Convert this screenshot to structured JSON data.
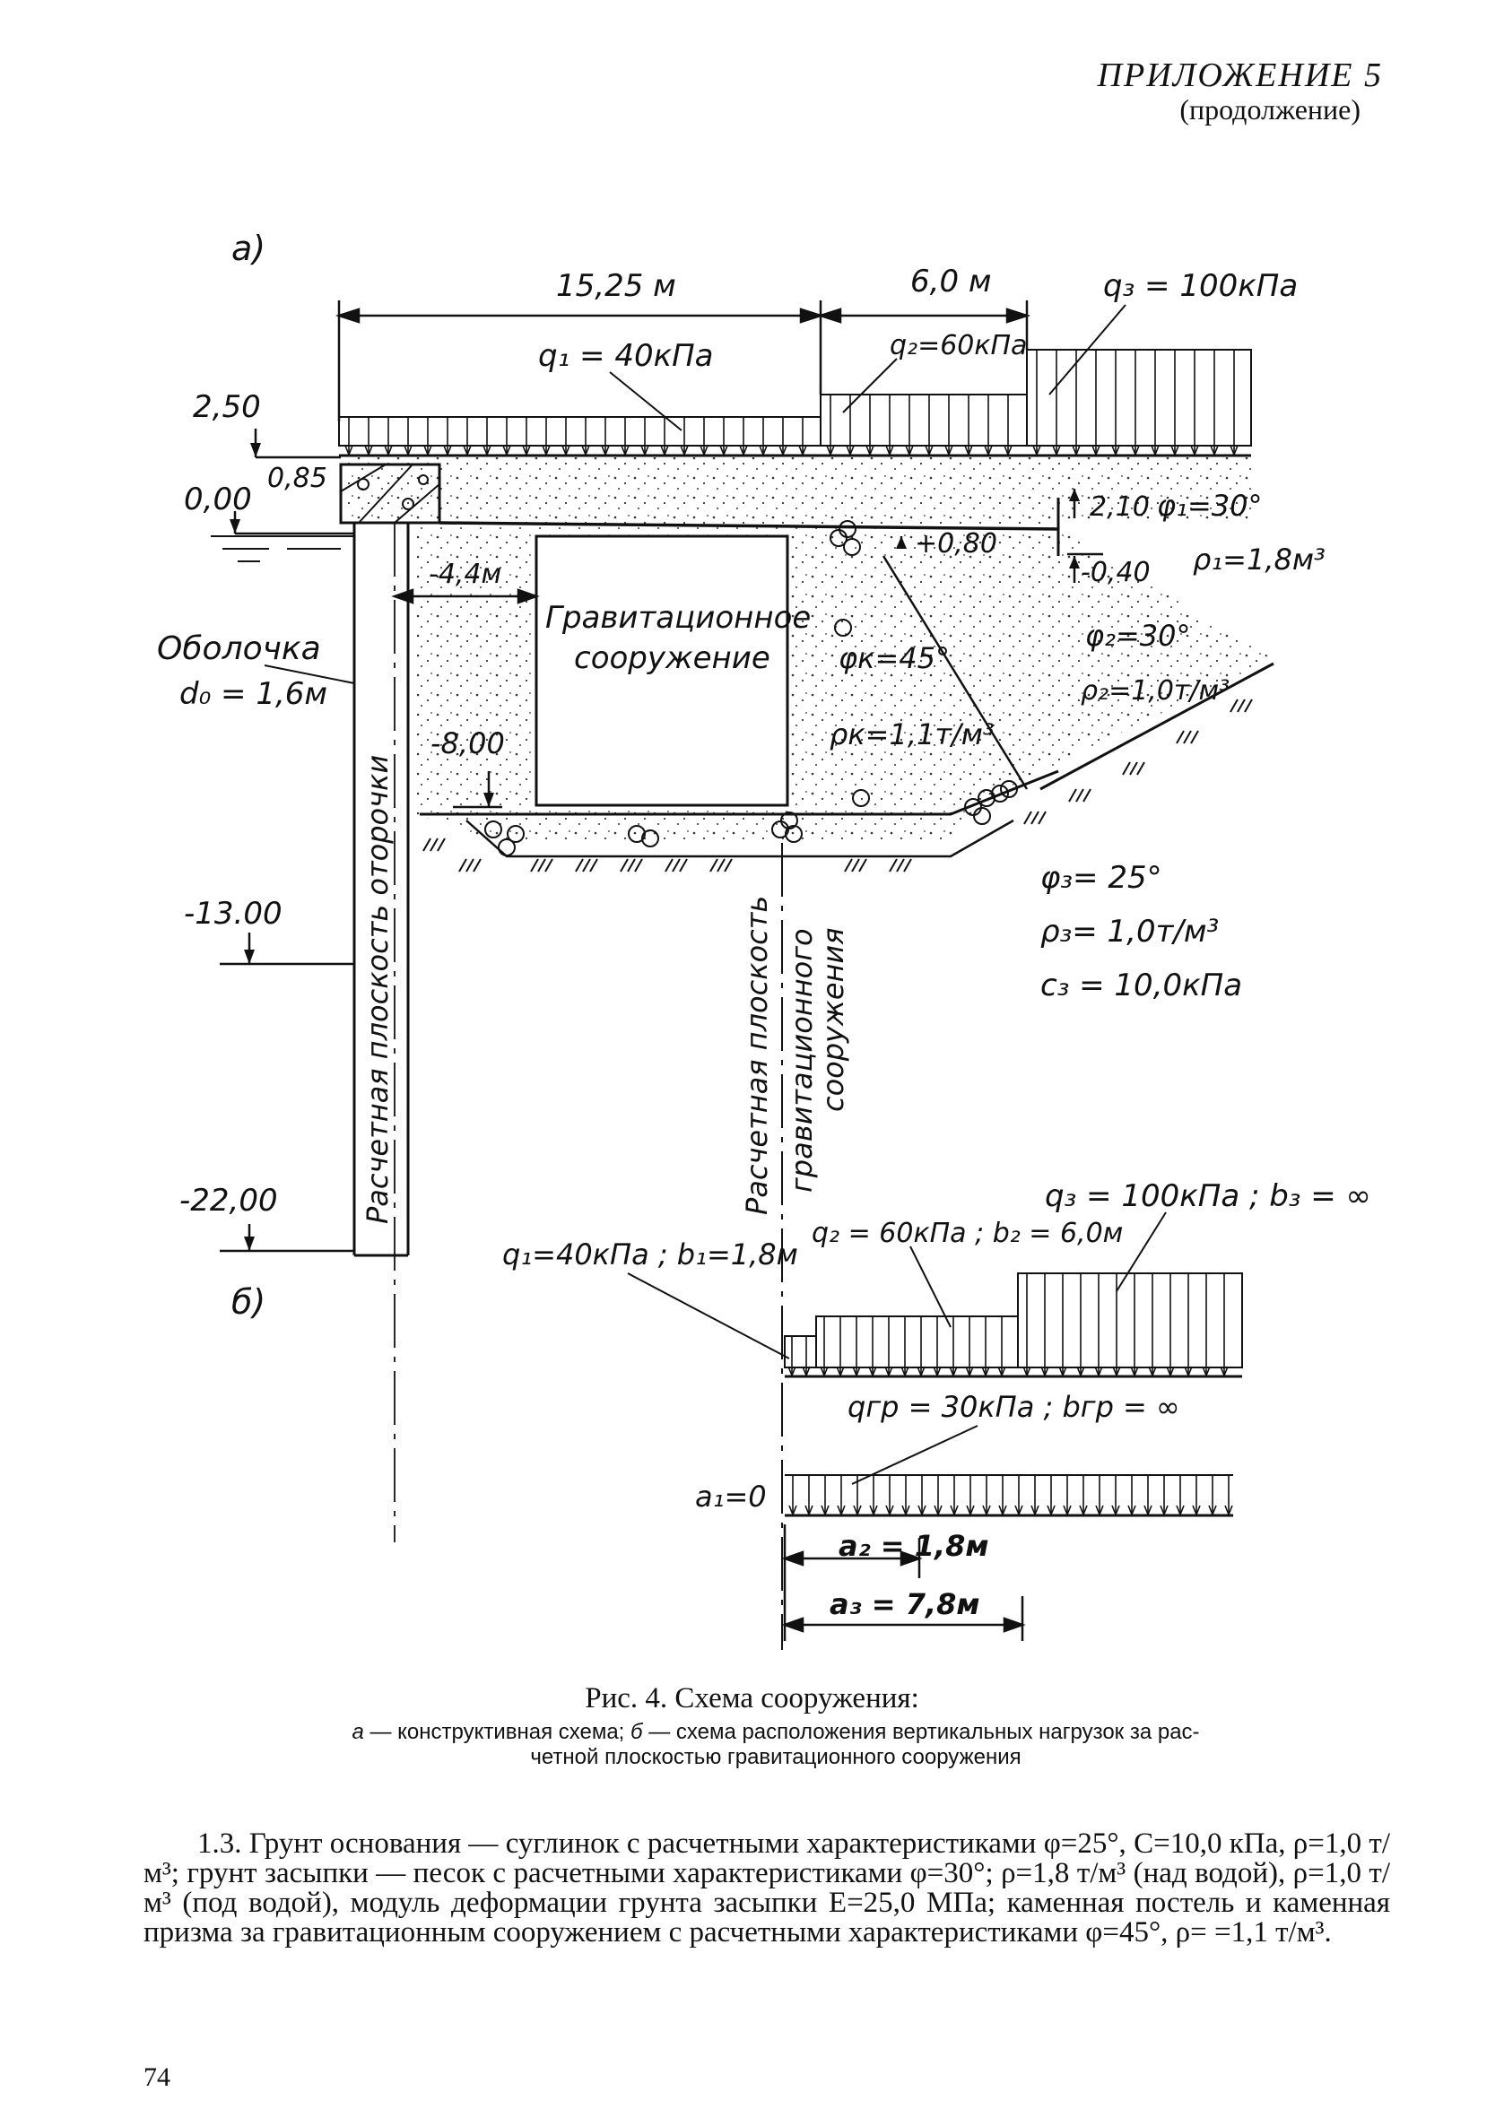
{
  "header": {
    "title": "ПРИЛОЖЕНИЕ 5",
    "subtitle": "(продолжение)"
  },
  "panel_a": {
    "label": "а)",
    "dim_left": "15,25 м",
    "dim_right": "6,0 м",
    "q1": "q₁ = 40кПа",
    "q2": "q₂=60кПа",
    "q3": "q₃ = 100кПа",
    "elev_250": "2,50",
    "elev_000": "0,00",
    "elev_085": "0,85",
    "elev_2_10": "2,10",
    "elev_0_40": "-0,40",
    "elev_0_80": "+0,80",
    "elev_8_00": "-8,00",
    "elev_13_00": "-13.00",
    "elev_22_00": "-22,00",
    "dim_4_4": "-4,4м",
    "gravity_structure": "Гравитационное сооружение",
    "shell_label": "Оболочка",
    "shell_d": "d₀ = 1,6м",
    "phi1": "φ₁=30°",
    "rho1": "ρ₁=1,8м³",
    "phi2": "φ₂=30°",
    "rho2": "ρ₂=1,0т/м³",
    "phik": "φк=45°",
    "rhok": "ρк=1,1т/м³",
    "phi3": "φ₃= 25°",
    "rho3": "ρ₃= 1,0т/м³",
    "c3": "c₃ = 10,0кПа",
    "plane_shell": "Расчетная плоскость оторочки",
    "plane_gravity_1": "Расчетная плоскость",
    "plane_gravity_2": "гравитационного",
    "plane_gravity_3": "сооружения"
  },
  "panel_b": {
    "label": "б)",
    "q3b": "q₃ = 100кПа ; b₃ = ∞",
    "q2b": "q₂ = 60кПа ; b₂ = 6,0м",
    "q1b": "q₁=40кПа ; b₁=1,8м",
    "qgr": "qгр = 30кПа ; bгр = ∞",
    "a1": "a₁=0",
    "a2": "a₂ = 1,8м",
    "a3": "a₃ = 7,8м"
  },
  "caption": {
    "title": "Рис. 4. Схема сооружения:",
    "line1_a": "а",
    "line1_text": " — конструктивная схема; ",
    "line1_b": "б",
    "line1_rest": " — схема расположения вертикальных нагрузок за рас-",
    "line2": "четной плоскостью гравитационного сооружения"
  },
  "paragraph": "1.3. Грунт основания — суглинок с расчетными характеристиками φ=25°, C=10,0 кПа, ρ=1,0 т/м³; грунт засыпки — песок с расчетными характеристиками φ=30°; ρ=1,8 т/м³ (над водой), ρ=1,0 т/м³ (под водой), модуль деформации грунта засыпки E=25,0 МПа; каменная постель и каменная призма за гравитационным сооружением с расчетными характеристиками φ=45°, ρ= =1,1 т/м³.",
  "page_number": "74"
}
